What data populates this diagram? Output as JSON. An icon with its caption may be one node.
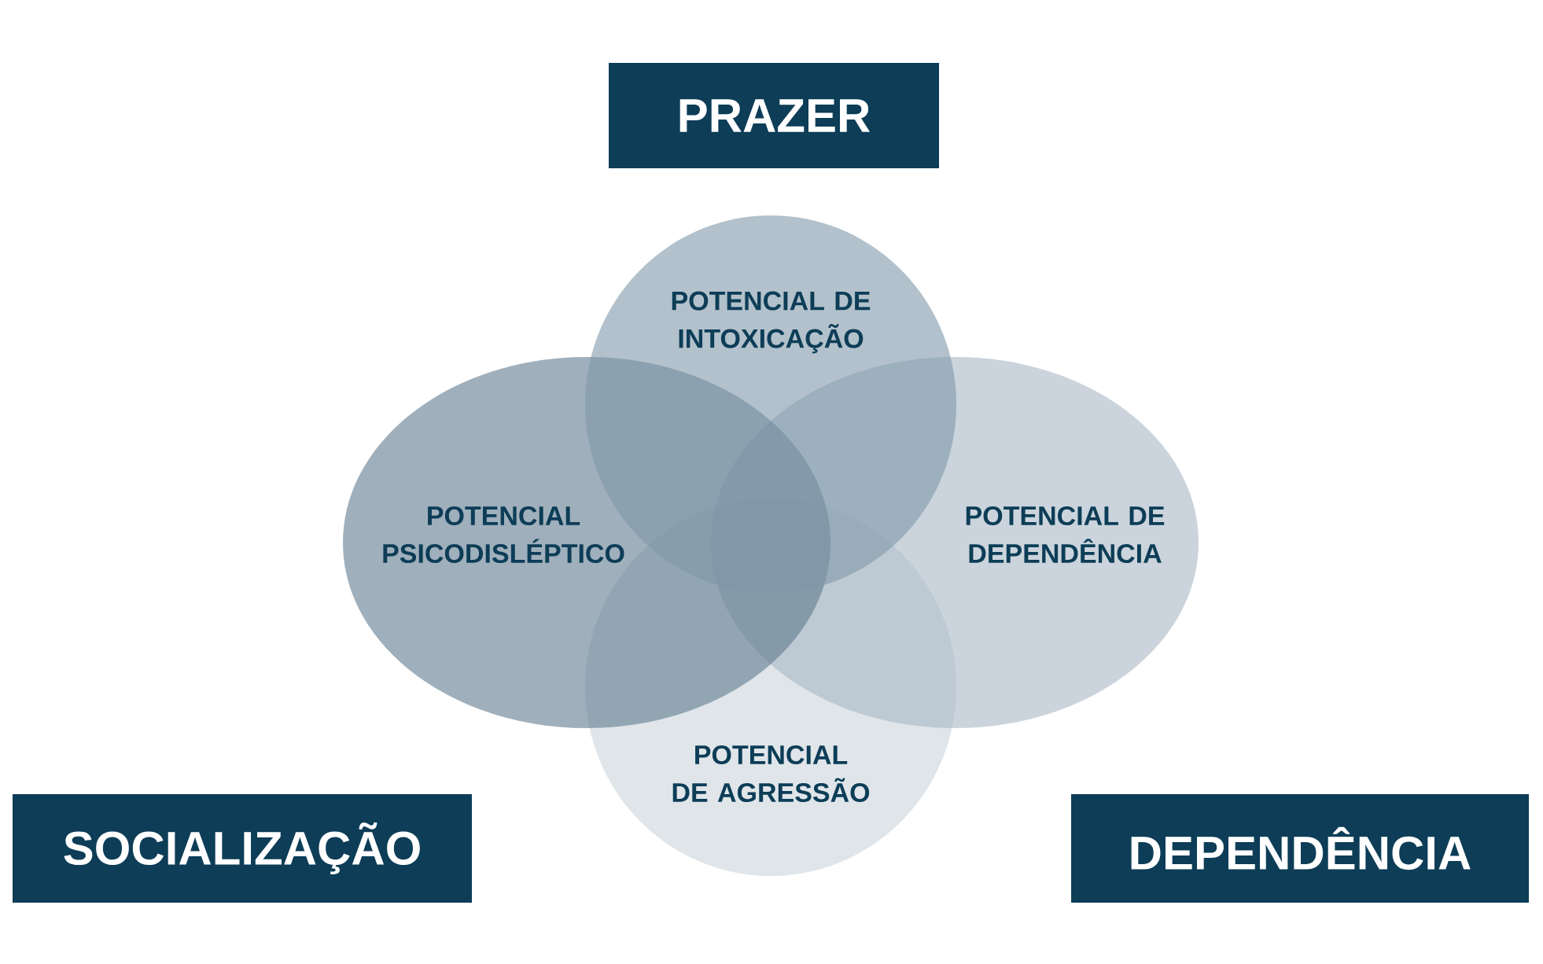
{
  "diagram": {
    "nodes": [
      {
        "text": [
          "PRAZER"
        ]
      },
      {
        "text": [
          "POTENCIAL DE INTOXICAÇÃO"
        ]
      },
      {
        "text": [
          "POTENCIAL PSICODISLÉPTICO"
        ]
      },
      {
        "text": [
          "POTENCIAL DE DEPENDÊNCIA"
        ]
      },
      {
        "text": [
          "POTENCIAL DE AGRESSÃO"
        ]
      },
      {
        "text": [
          "SOCIALIZAÇÃO"
        ]
      },
      {
        "text": [
          "DEPENDÊNCIA"
        ]
      }
    ]
  }
}
